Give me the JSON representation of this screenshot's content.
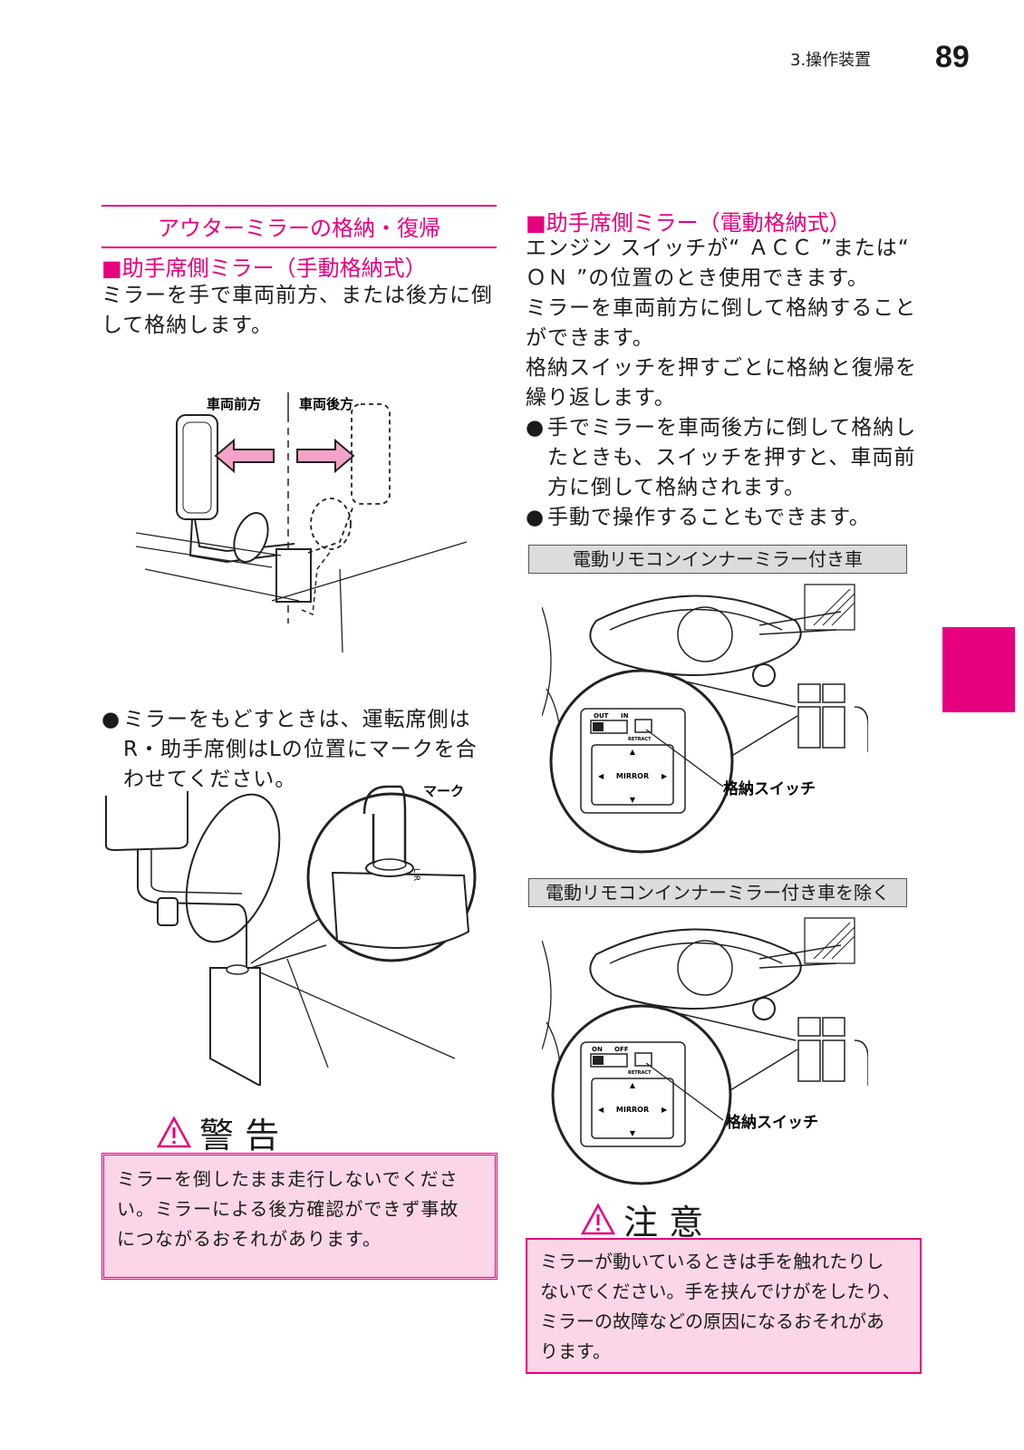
{
  "header": {
    "section": "3.操作装置",
    "page": "89"
  },
  "left": {
    "section_title": "アウターミラーの格納・復帰",
    "subhead": "■助手席側ミラー（手動格納式）",
    "intro": [
      "ミラーを手で車両前方、または後方に倒",
      "して格納します。"
    ],
    "fig1": {
      "label_front": "車両前方",
      "label_rear": "車両後方"
    },
    "bullet": [
      "ミラーをもどすときは、運転席側は",
      "R・助手席側はLの位置にマークを合",
      "わせてください。"
    ],
    "fig2": {
      "label_mark": "マーク"
    },
    "warning": {
      "title": "警 告",
      "lines": [
        "ミラーを倒したまま走行しないでくださ",
        "い。ミラーによる後方確認ができず事故",
        "につながるおそれがあります。"
      ]
    }
  },
  "right": {
    "subhead": "■助手席側ミラー（電動格納式）",
    "para1": [
      "エンジン スイッチが“ ＡＣＣ ”または“",
      "ＯＮ ”の位置のとき使用できます。"
    ],
    "para2": [
      "ミラーを車両前方に倒して格納すること",
      "ができます。"
    ],
    "para3": [
      "格納スイッチを押すごとに格納と復帰を",
      "繰り返します。"
    ],
    "bullets": [
      [
        "手でミラーを車両後方に倒して格納し",
        "たときも、スイッチを押すと、車両前",
        "方に倒して格納されます。"
      ],
      [
        "手動で操作することもできます。"
      ]
    ],
    "fig3": {
      "caption": "電動リモコンインナーミラー付き車",
      "switch_left": "OUT",
      "switch_right": "IN",
      "retract": "RETRACT",
      "mirror": "MIRROR",
      "callout": "格納スイッチ"
    },
    "fig4": {
      "caption": "電動リモコンインナーミラー付き車を除く",
      "switch_left": "ON",
      "switch_right": "OFF",
      "retract": "RETRACT",
      "mirror": "MIRROR",
      "callout": "格納スイッチ"
    },
    "caution": {
      "title": "注 意",
      "lines": [
        "ミラーが動いているときは手を触れたりし",
        "ないでください。手を挟んでけがをしたり、",
        "ミラーの故障などの原因になるおそれがあ",
        "ります。"
      ]
    }
  },
  "colors": {
    "accent": "#e6007e",
    "tab": "#e6007e",
    "warning_bg": "#fbd6e6",
    "caption_bg": "#dcdcdc"
  }
}
